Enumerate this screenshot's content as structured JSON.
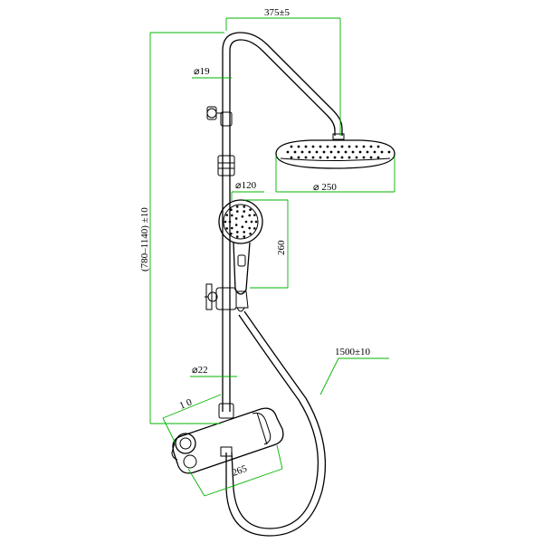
{
  "drawing": {
    "dimensions": {
      "arm_width": "375±5",
      "riser_top_diameter": "⌀19",
      "head_diameter": "⌀ 250",
      "hand_shower_diameter": "⌀120",
      "hand_shower_length": "260",
      "total_height": "(780–1140) ±10",
      "hose_length": "1500±10",
      "riser_bottom_diameter": "⌀22",
      "valve_projection": "1 0",
      "valve_width": "265"
    },
    "colors": {
      "line": "#000000",
      "dimension": "#00b400",
      "background": "#ffffff"
    }
  }
}
